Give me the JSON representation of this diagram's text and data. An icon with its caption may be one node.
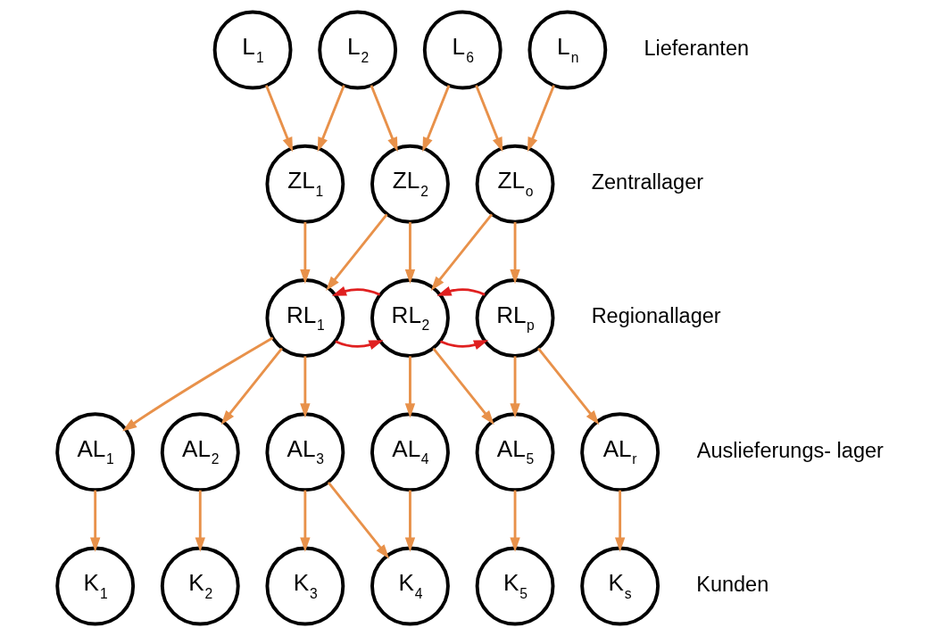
{
  "diagram": {
    "nodes": [
      {
        "text": [
          "L$_{1}$"
        ]
      },
      {
        "text": [
          "L$_{2}$"
        ]
      },
      {
        "text": [
          "L$_{6}$"
        ]
      },
      {
        "text": [
          "L$_{n}$"
        ]
      },
      {
        "text": [
          "ZL$_{1}$"
        ]
      },
      {
        "text": [
          "ZL$_{2}$"
        ]
      },
      {
        "text": [
          "ZL$_{o}$"
        ]
      },
      {
        "text": [
          "RL$_{1}$"
        ]
      },
      {
        "text": [
          "RL$_{2}$"
        ]
      },
      {
        "text": [
          "RL$_{p}$"
        ]
      },
      {
        "text": [
          "AL$_{1}$"
        ]
      },
      {
        "text": [
          "AL$_{2}$"
        ]
      },
      {
        "text": [
          "AL$_{3}$"
        ]
      },
      {
        "text": [
          "AL$_{4}$"
        ]
      },
      {
        "text": [
          "AL$_{5}$"
        ]
      },
      {
        "text": [
          "AL$_{r}$"
        ]
      },
      {
        "text": [
          "K$_{1}$"
        ]
      },
      {
        "text": [
          "K$_{2}$"
        ]
      },
      {
        "text": [
          "K$_{3}$"
        ]
      },
      {
        "text": [
          "K$_{4}$"
        ]
      },
      {
        "text": [
          "K$_{5}$"
        ]
      },
      {
        "text": [
          "K$_{s}$"
        ]
      }
    ],
    "edges": [
      {
        "from": 0,
        "to": 4,
        "arrow": "to"
      },
      {
        "from": 1,
        "to": 4,
        "arrow": "to"
      },
      {
        "from": 1,
        "to": 5,
        "arrow": "to"
      },
      {
        "from": 2,
        "to": 5,
        "arrow": "to"
      },
      {
        "from": 2,
        "to": 6,
        "arrow": "to"
      },
      {
        "from": 3,
        "to": 6,
        "arrow": "to"
      },
      {
        "from": 4,
        "to": 7,
        "arrow": "to"
      },
      {
        "from": 5,
        "to": 7,
        "arrow": "to"
      },
      {
        "from": 5,
        "to": 8,
        "arrow": "to"
      },
      {
        "from": 6,
        "to": 8,
        "arrow": "to"
      },
      {
        "from": 6,
        "to": 9,
        "arrow": "to"
      },
      {
        "from": 7,
        "to": 8,
        "arrow": "to",
        "color": "#e02020"
      },
      {
        "from": 8,
        "to": 9,
        "arrow": "to",
        "color": "#e02020"
      },
      {
        "from": 9,
        "to": 8,
        "arrow": "to",
        "color": "#e02020"
      },
      {
        "from": 8,
        "to": 7,
        "arrow": "to",
        "color": "#e02020"
      },
      {
        "from": 7,
        "to": 10,
        "arrow": "to"
      },
      {
        "from": 7,
        "to": 11,
        "arrow": "to"
      },
      {
        "from": 7,
        "to": 12,
        "arrow": "to"
      },
      {
        "from": 8,
        "to": 13,
        "arrow": "to"
      },
      {
        "from": 8,
        "to": 14,
        "arrow": "to"
      },
      {
        "from": 9,
        "to": 14,
        "arrow": "to"
      },
      {
        "from": 9,
        "to": 15,
        "arrow": "to"
      },
      {
        "from": 10,
        "to": 16,
        "arrow": "to"
      },
      {
        "from": 11,
        "to": 17,
        "arrow": "to"
      },
      {
        "from": 12,
        "to": 18,
        "arrow": "to"
      },
      {
        "from": 12,
        "to": 19,
        "arrow": "to"
      },
      {
        "from": 13,
        "to": 19,
        "arrow": "to"
      },
      {
        "from": 14,
        "to": 20,
        "arrow": "to"
      },
      {
        "from": 15,
        "to": 21,
        "arrow": "to"
      }
    ],
    "labels": [
      "Lieferanten",
      "Zentrallager",
      "Regionallager",
      "Auslieferungs- lager",
      "Kunden"
    ]
  }
}
